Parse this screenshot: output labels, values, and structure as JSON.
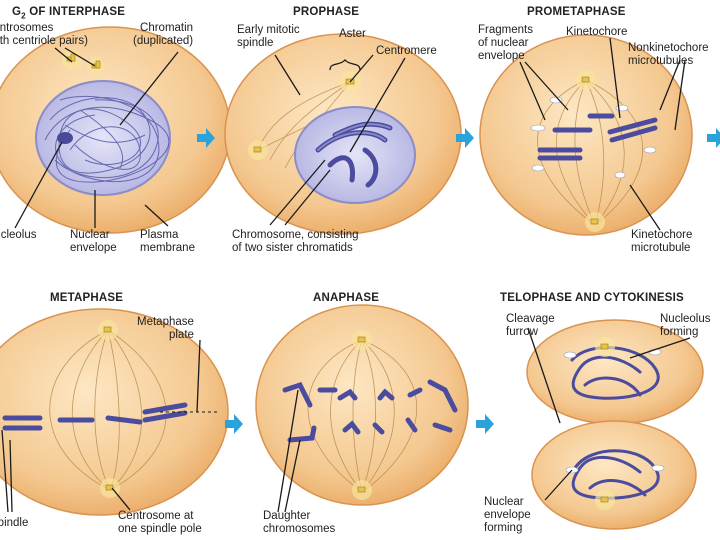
{
  "phases": [
    {
      "title": "G",
      "title_sub": "2",
      "title_rest": " OF INTERPHASE"
    },
    {
      "title": "PROPHASE"
    },
    {
      "title": "PROMETAPHASE"
    },
    {
      "title": "METAPHASE"
    },
    {
      "title": "ANAPHASE"
    },
    {
      "title": "TELOPHASE AND CYTOKINESIS"
    }
  ],
  "labels": {
    "centrosomes": "Centrosomes\n(with centriole pairs)",
    "chromatin": "Chromatin\n(duplicated)",
    "nucleolus": "Nucleolus",
    "nuclear_envelope": "Nuclear\nenvelope",
    "plasma_membrane": "Plasma\nmembrane",
    "early_spindle": "Early mitotic\nspindle",
    "aster": "Aster",
    "centromere": "Centromere",
    "chromosome": "Chromosome, consisting\nof two sister chromatids",
    "fragments": "Fragments\nof nuclear\nenvelope",
    "kinetochore": "Kinetochore",
    "nonkinetochore": "Nonkinetochore\nmicrotubules",
    "kinetochore_mt": "Kinetochore\nmicrotubule",
    "metaphase_plate": "Metaphase\nplate",
    "spindle": "Spindle",
    "centrosome_pole": "Centrosome at\none spindle pole",
    "daughter": "Daughter\nchromosomes",
    "cleavage": "Cleavage\nfurrow",
    "nucleolus_forming": "Nucleolus\nforming",
    "nuclear_forming": "Nuclear\nenvelope\nforming"
  },
  "colors": {
    "cell_fill": "#f1c48f",
    "cell_edge": "#e7a560",
    "nucleus": "#c9c9ec",
    "chromosome": "#5657a6",
    "arrow": "#2aa3db",
    "centrosome": "#f3d567",
    "line": "#1a1a1a"
  },
  "icons": {
    "arrow": "right-arrow-icon",
    "centrosome": "centrosome-icon"
  }
}
